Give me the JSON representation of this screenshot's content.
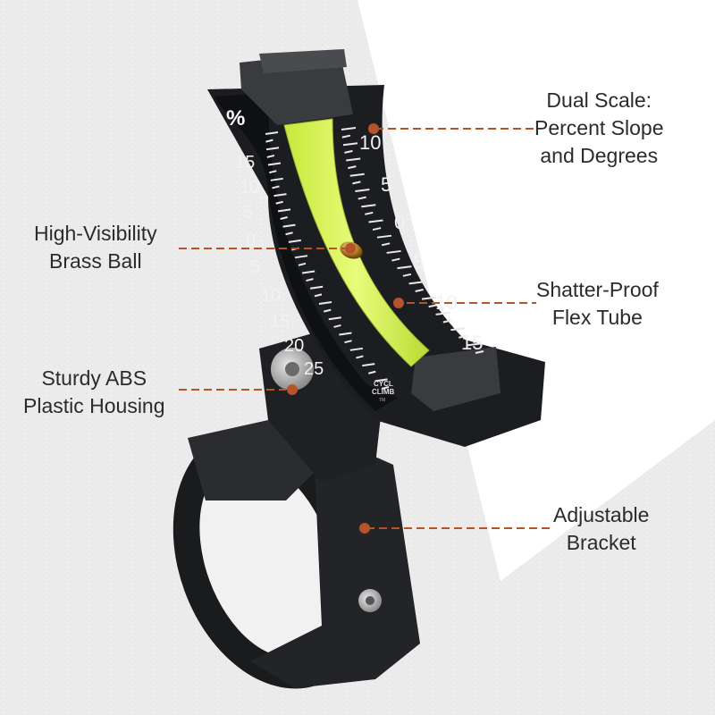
{
  "callouts": [
    {
      "id": "dual-scale",
      "lines": [
        "Dual Scale:",
        "Percent Slope",
        "and Degrees"
      ]
    },
    {
      "id": "brass-ball",
      "lines": [
        "High-Visibility",
        "Brass Ball"
      ]
    },
    {
      "id": "flex-tube",
      "lines": [
        "Shatter-Proof",
        "Flex Tube"
      ]
    },
    {
      "id": "abs-housing",
      "lines": [
        "Sturdy ABS",
        "Plastic Housing"
      ]
    },
    {
      "id": "bracket",
      "lines": [
        "Adjustable",
        "Bracket"
      ]
    }
  ],
  "scale": {
    "percent_symbol": "%",
    "percent_ticks": [
      "15",
      "10",
      "5",
      "0",
      "5",
      "10",
      "15",
      "20",
      "25"
    ],
    "degree_ticks": [
      "10",
      "5",
      "0°",
      "5",
      "10",
      "15"
    ]
  },
  "brand": {
    "line1": "CYCL",
    "line2": "CLIMB",
    "tm": "TM"
  },
  "colors": {
    "leader": "#b5532a",
    "tube": "#d9f25a",
    "body": "#2a2c2f"
  }
}
